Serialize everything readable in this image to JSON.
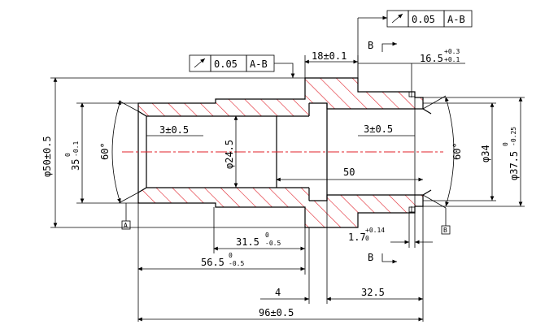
{
  "fcf_top": {
    "tolerance": "0.05",
    "datum": "A-B"
  },
  "fcf_left": {
    "tolerance": "0.05",
    "datum": "A-B"
  },
  "section_marks": {
    "top": "B",
    "bottom": "B"
  },
  "dims": {
    "d18": "18±0.1",
    "d16_5": "16.5",
    "d16_5_upper": "+0.3",
    "d16_5_lower": "+0.1",
    "d50": "φ50±0.5",
    "d35_main": "35",
    "d35_upper": "0",
    "d35_lower": "-0.1",
    "angle_left": "60°",
    "angle_right": "60°",
    "d3_left": "3±0.5",
    "d3_right": "3±0.5",
    "d24_5": "φ24.5",
    "d50_len": "50",
    "d34": "φ34",
    "d37_5_main": "φ37.5",
    "d37_5_upper": "0",
    "d37_5_lower": "-0.25",
    "d31_5_main": "31.5",
    "d31_5_upper": "0",
    "d31_5_lower": "-0.5",
    "d1_7_main": "1.7",
    "d1_7_upper": "+0.14",
    "d1_7_lower": "0",
    "d56_5_main": "56.5",
    "d56_5_upper": "0",
    "d56_5_lower": "-0.5",
    "d4": "4",
    "d32_5": "32.5",
    "d96": "96±0.5"
  },
  "datums": {
    "left": "A",
    "right": "B"
  }
}
